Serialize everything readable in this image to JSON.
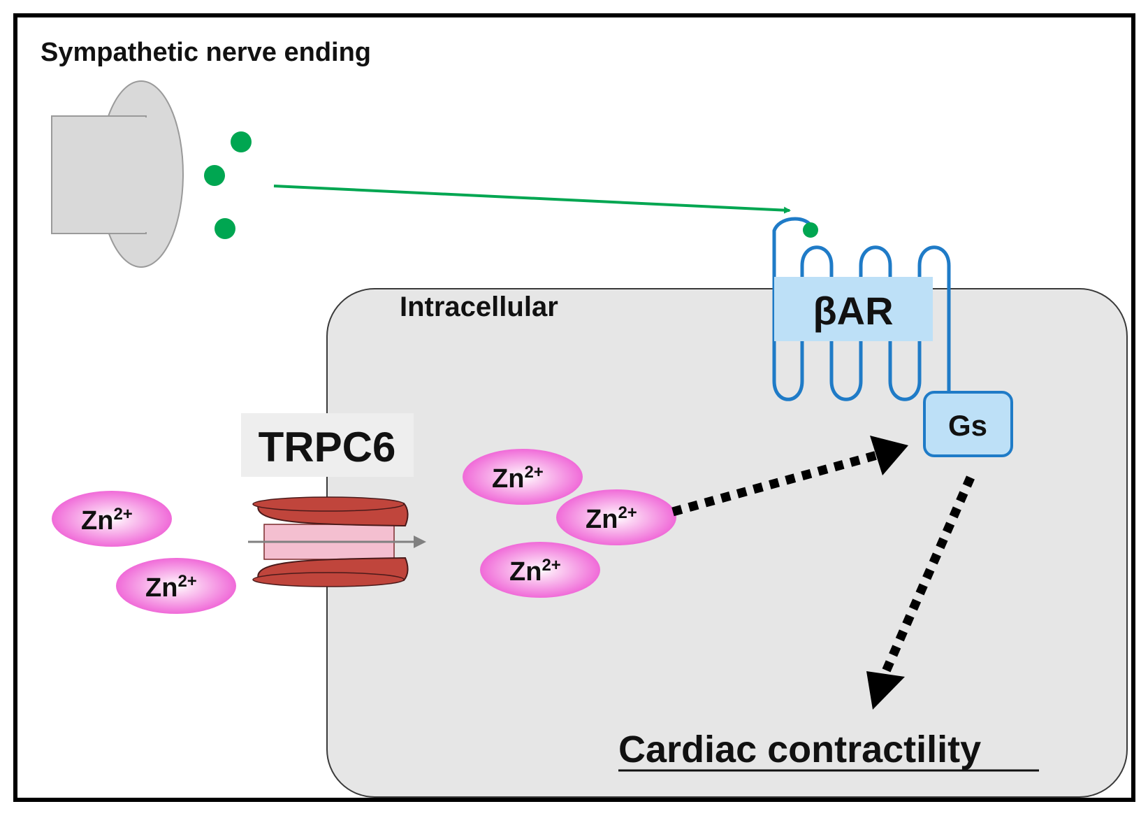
{
  "labels": {
    "nerve": "Sympathetic nerve ending",
    "intracellular": "Intracellular",
    "receptor": "βAR",
    "gprotein": "Gs",
    "channel": "TRPC6",
    "outcome": "Cardiac contractility"
  },
  "ion": {
    "base": "Zn",
    "charge": "2+"
  },
  "colors": {
    "frame": "#000000",
    "cell_fill": "#e6e6e6",
    "cell_border": "#3a3a3a",
    "terminal_fill": "#d9d9d9",
    "neurotransmitter": "#00a651",
    "receptor_line": "#1f7bc7",
    "receptor_label_fill": "#bde0f7",
    "gs_fill": "#bde0f7",
    "channel_fill": "#c0453c",
    "channel_pore": "#f4bfd0",
    "ion_center": "#ffffff",
    "ion_edge": "#f06ad8",
    "dotted_arrow": "#000000"
  }
}
